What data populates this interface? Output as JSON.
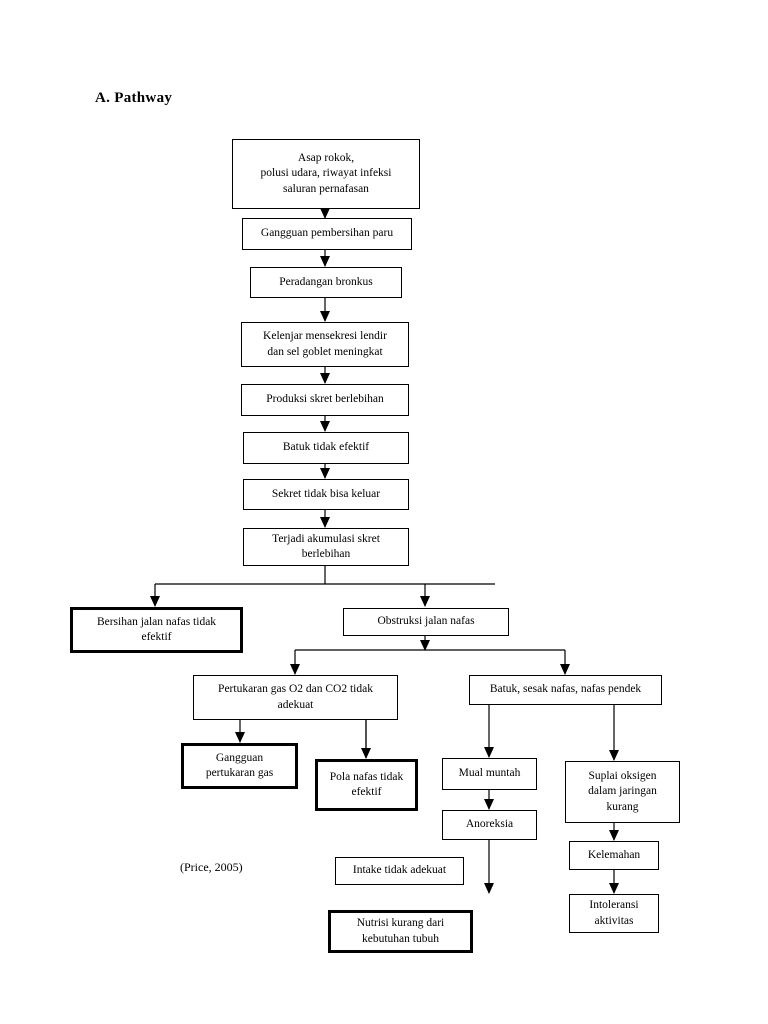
{
  "page": {
    "heading": "A. Pathway",
    "source_caption": "(Price, 2005)"
  },
  "diagram": {
    "type": "flowchart",
    "nodes": [
      {
        "id": "n1",
        "label": "Asap rokok,\npolusi udara, riwayat infeksi\nsaluran pernafasan",
        "emphasis": false
      },
      {
        "id": "n2",
        "label": "Gangguan pembersihan paru",
        "emphasis": false
      },
      {
        "id": "n3",
        "label": "Peradangan bronkus",
        "emphasis": false
      },
      {
        "id": "n4",
        "label": "Kelenjar mensekresi lendir\ndan sel goblet meningkat",
        "emphasis": false
      },
      {
        "id": "n5",
        "label": "Produksi skret berlebihan",
        "emphasis": false
      },
      {
        "id": "n6",
        "label": "Batuk tidak efektif",
        "emphasis": false
      },
      {
        "id": "n7",
        "label": "Sekret tidak bisa keluar",
        "emphasis": false
      },
      {
        "id": "n8",
        "label": "Terjadi akumulasi skret\nberlebihan",
        "emphasis": false
      },
      {
        "id": "n9",
        "label": "Bersihan jalan nafas tidak\nefektif",
        "emphasis": true
      },
      {
        "id": "n10",
        "label": "Obstruksi jalan nafas",
        "emphasis": false
      },
      {
        "id": "n11",
        "label": "Pertukaran gas O2 dan CO2 tidak\nadekuat",
        "emphasis": false
      },
      {
        "id": "n12",
        "label": "Batuk, sesak nafas, nafas pendek",
        "emphasis": false
      },
      {
        "id": "n13",
        "label": "Gangguan\npertukaran gas",
        "emphasis": true
      },
      {
        "id": "n14",
        "label": "Pola nafas tidak\nefektif",
        "emphasis": true
      },
      {
        "id": "n15",
        "label": "Mual muntah",
        "emphasis": false
      },
      {
        "id": "n16",
        "label": "Suplai oksigen\ndalam jaringan\nkurang",
        "emphasis": false
      },
      {
        "id": "n17",
        "label": "Anoreksia",
        "emphasis": false
      },
      {
        "id": "n18",
        "label": "Kelemahan",
        "emphasis": false
      },
      {
        "id": "n19",
        "label": "Intake tidak adekuat",
        "emphasis": false
      },
      {
        "id": "n20",
        "label": "Intoleransi\naktivitas",
        "emphasis": false
      },
      {
        "id": "n21",
        "label": "Nutrisi kurang dari\nkebutuhan tubuh",
        "emphasis": true
      }
    ],
    "edges": [
      {
        "from": "n1",
        "to": "n2"
      },
      {
        "from": "n2",
        "to": "n3"
      },
      {
        "from": "n3",
        "to": "n4"
      },
      {
        "from": "n4",
        "to": "n5"
      },
      {
        "from": "n5",
        "to": "n6"
      },
      {
        "from": "n6",
        "to": "n7"
      },
      {
        "from": "n7",
        "to": "n8"
      },
      {
        "from": "n8",
        "to": "n9"
      },
      {
        "from": "n8",
        "to": "n10"
      },
      {
        "from": "n10",
        "to": "n11"
      },
      {
        "from": "n10",
        "to": "n12"
      },
      {
        "from": "n11",
        "to": "n13"
      },
      {
        "from": "n11",
        "to": "n14"
      },
      {
        "from": "n12",
        "to": "n14"
      },
      {
        "from": "n12",
        "to": "n15"
      },
      {
        "from": "n12",
        "to": "n16"
      },
      {
        "from": "n15",
        "to": "n17"
      },
      {
        "from": "n16",
        "to": "n18"
      },
      {
        "from": "n17",
        "to": "n21"
      },
      {
        "from": "n18",
        "to": "n20"
      }
    ]
  }
}
